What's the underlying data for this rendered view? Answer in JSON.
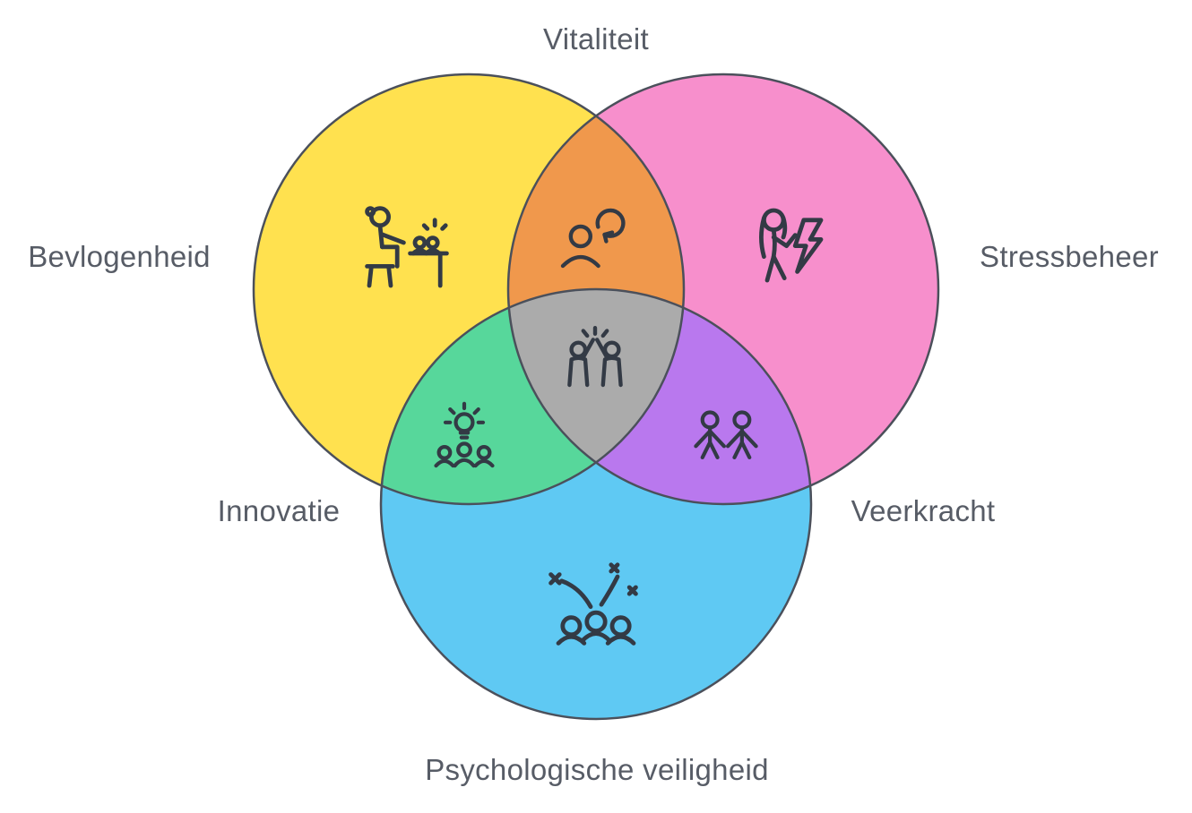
{
  "diagram": {
    "type": "venn-3",
    "labels": {
      "top": "Vitaliteit",
      "left": "Bevlogenheid",
      "right": "Stressbeheer",
      "overlap_left": "Innovatie",
      "overlap_right": "Veerkracht",
      "bottom": "Psychologische veiligheid"
    },
    "colors": {
      "circle_left": "#FFE14F",
      "circle_right": "#F78FCC",
      "circle_bottom": "#5FC9F3",
      "overlap_top": "#F0984C",
      "overlap_left": "#57D79B",
      "overlap_right": "#B978EE",
      "overlap_center": "#ABABAB",
      "outline": "#4B505B",
      "icon_stroke": "#333A45",
      "label_text": "#575C66"
    },
    "icons": {
      "left_circle": "mentoring-icon",
      "top_overlap": "renewal-icon",
      "right_circle": "stress-icon",
      "left_overlap": "team-idea-icon",
      "center_overlap": "high-five-icon",
      "right_overlap": "linked-arms-icon",
      "bottom_circle": "celebration-icon"
    }
  }
}
